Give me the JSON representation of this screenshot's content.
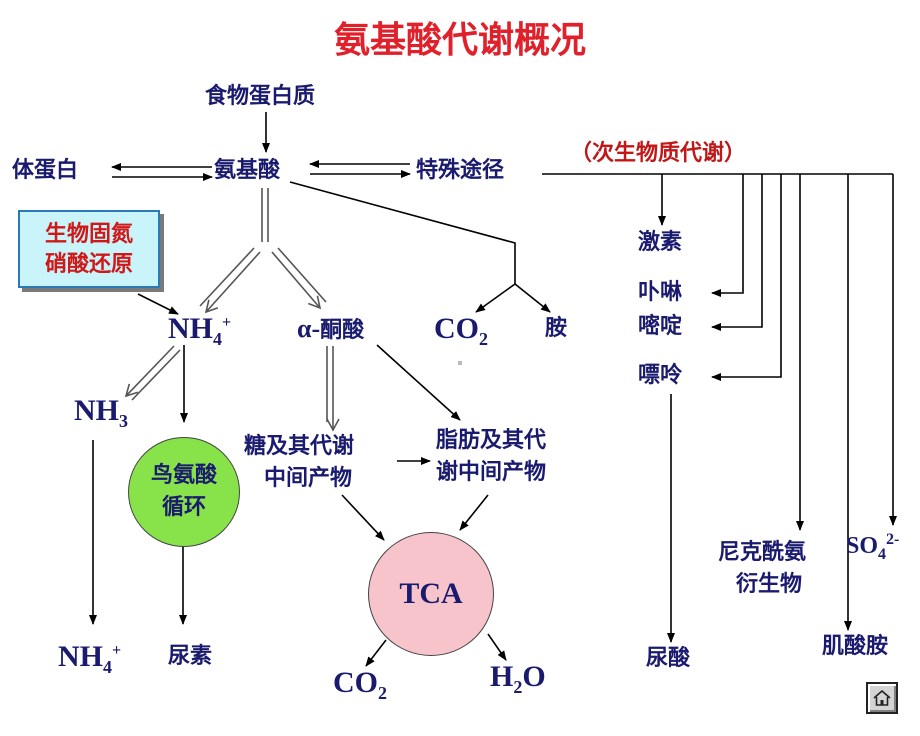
{
  "title": "氨基酸代谢概况",
  "nodes": {
    "food_protein": "食物蛋白质",
    "body_protein": "体蛋白",
    "amino_acids": "氨基酸",
    "special_pathways": "特殊途径",
    "secondary_metabolism": "（次生物质代谢）",
    "nitrogen_fixation_line1": "生物固氮",
    "nitrogen_fixation_line2": "硝酸还原",
    "ammonium": "NH4+",
    "alpha_keto_acid_prefix": "α-",
    "alpha_keto_acid_suffix": "酮酸",
    "co2_top": "CO2",
    "amine": "胺",
    "hormone": "激素",
    "porphyrin": "卟啉",
    "pyrimidine": "嘧啶",
    "purine": "嘌呤",
    "ammonia": "NH3",
    "urea_cycle_line1": "鸟氨酸",
    "urea_cycle_line2": "循环",
    "sugar_intermediates_line1": "糖及其代谢",
    "sugar_intermediates_line2": "中间产物",
    "lipid_intermediates_line1": "脂肪及其代",
    "lipid_intermediates_line2": "谢中间产物",
    "nicotinic_line1": "尼克酰氨",
    "nicotinic_line2": "衍生物",
    "sulfate": "SO42-",
    "tca": "TCA",
    "ammonium_bottom": "NH4+",
    "urea": "尿素",
    "co2_bottom": "CO2",
    "water": "H2O",
    "uric_acid": "尿酸",
    "creatine": "肌酸胺"
  },
  "colors": {
    "title": "#e0202a",
    "text": "#1a1a6e",
    "box_fill": "#c8f4fa",
    "urea_cycle_fill": "#88e34a",
    "tca_fill": "#f8c4cc"
  },
  "icons": {
    "home": "home-icon"
  }
}
